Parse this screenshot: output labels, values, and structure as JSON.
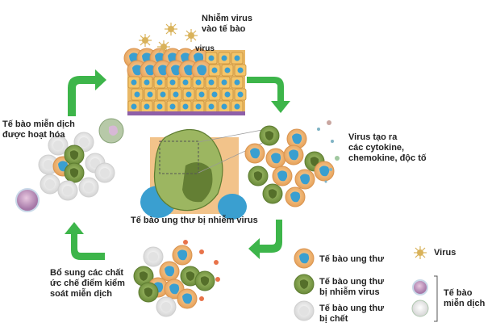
{
  "colors": {
    "arrow": "#3db54a",
    "cancer_cell": "#f2b97a",
    "cancer_nucleus": "#3a9fd0",
    "infected_cell": "#8fae5a",
    "dead_cell": "#f0f0f0",
    "epithelium": "#f4c56a",
    "membrane": "#8e5fa8"
  },
  "steps": [
    {
      "id": "infection",
      "label": "Nhiễm virus\nvào tế bào",
      "sublabel": "virus"
    },
    {
      "id": "cytokines",
      "label": "Virus tạo ra\ncác cytokine,\nchemokine, độc tố"
    },
    {
      "id": "checkpoint",
      "label": "Bổ sung các chất\nức chế điểm kiểm\nsoát miễn dịch"
    },
    {
      "id": "immune",
      "label": "Tế bào miễn dịch\nđược hoạt hóa"
    }
  ],
  "center_label": "Tế bào ung thư bị nhiễm virus",
  "legend": {
    "cancer": "Tế bào ung thư",
    "infected": "Tế bào ung thư\nbị nhiễm virus",
    "dead": "Tế bào ung thư\nbị chết",
    "virus": "Virus",
    "immune": "Tế bào\nmiễn dịch"
  }
}
